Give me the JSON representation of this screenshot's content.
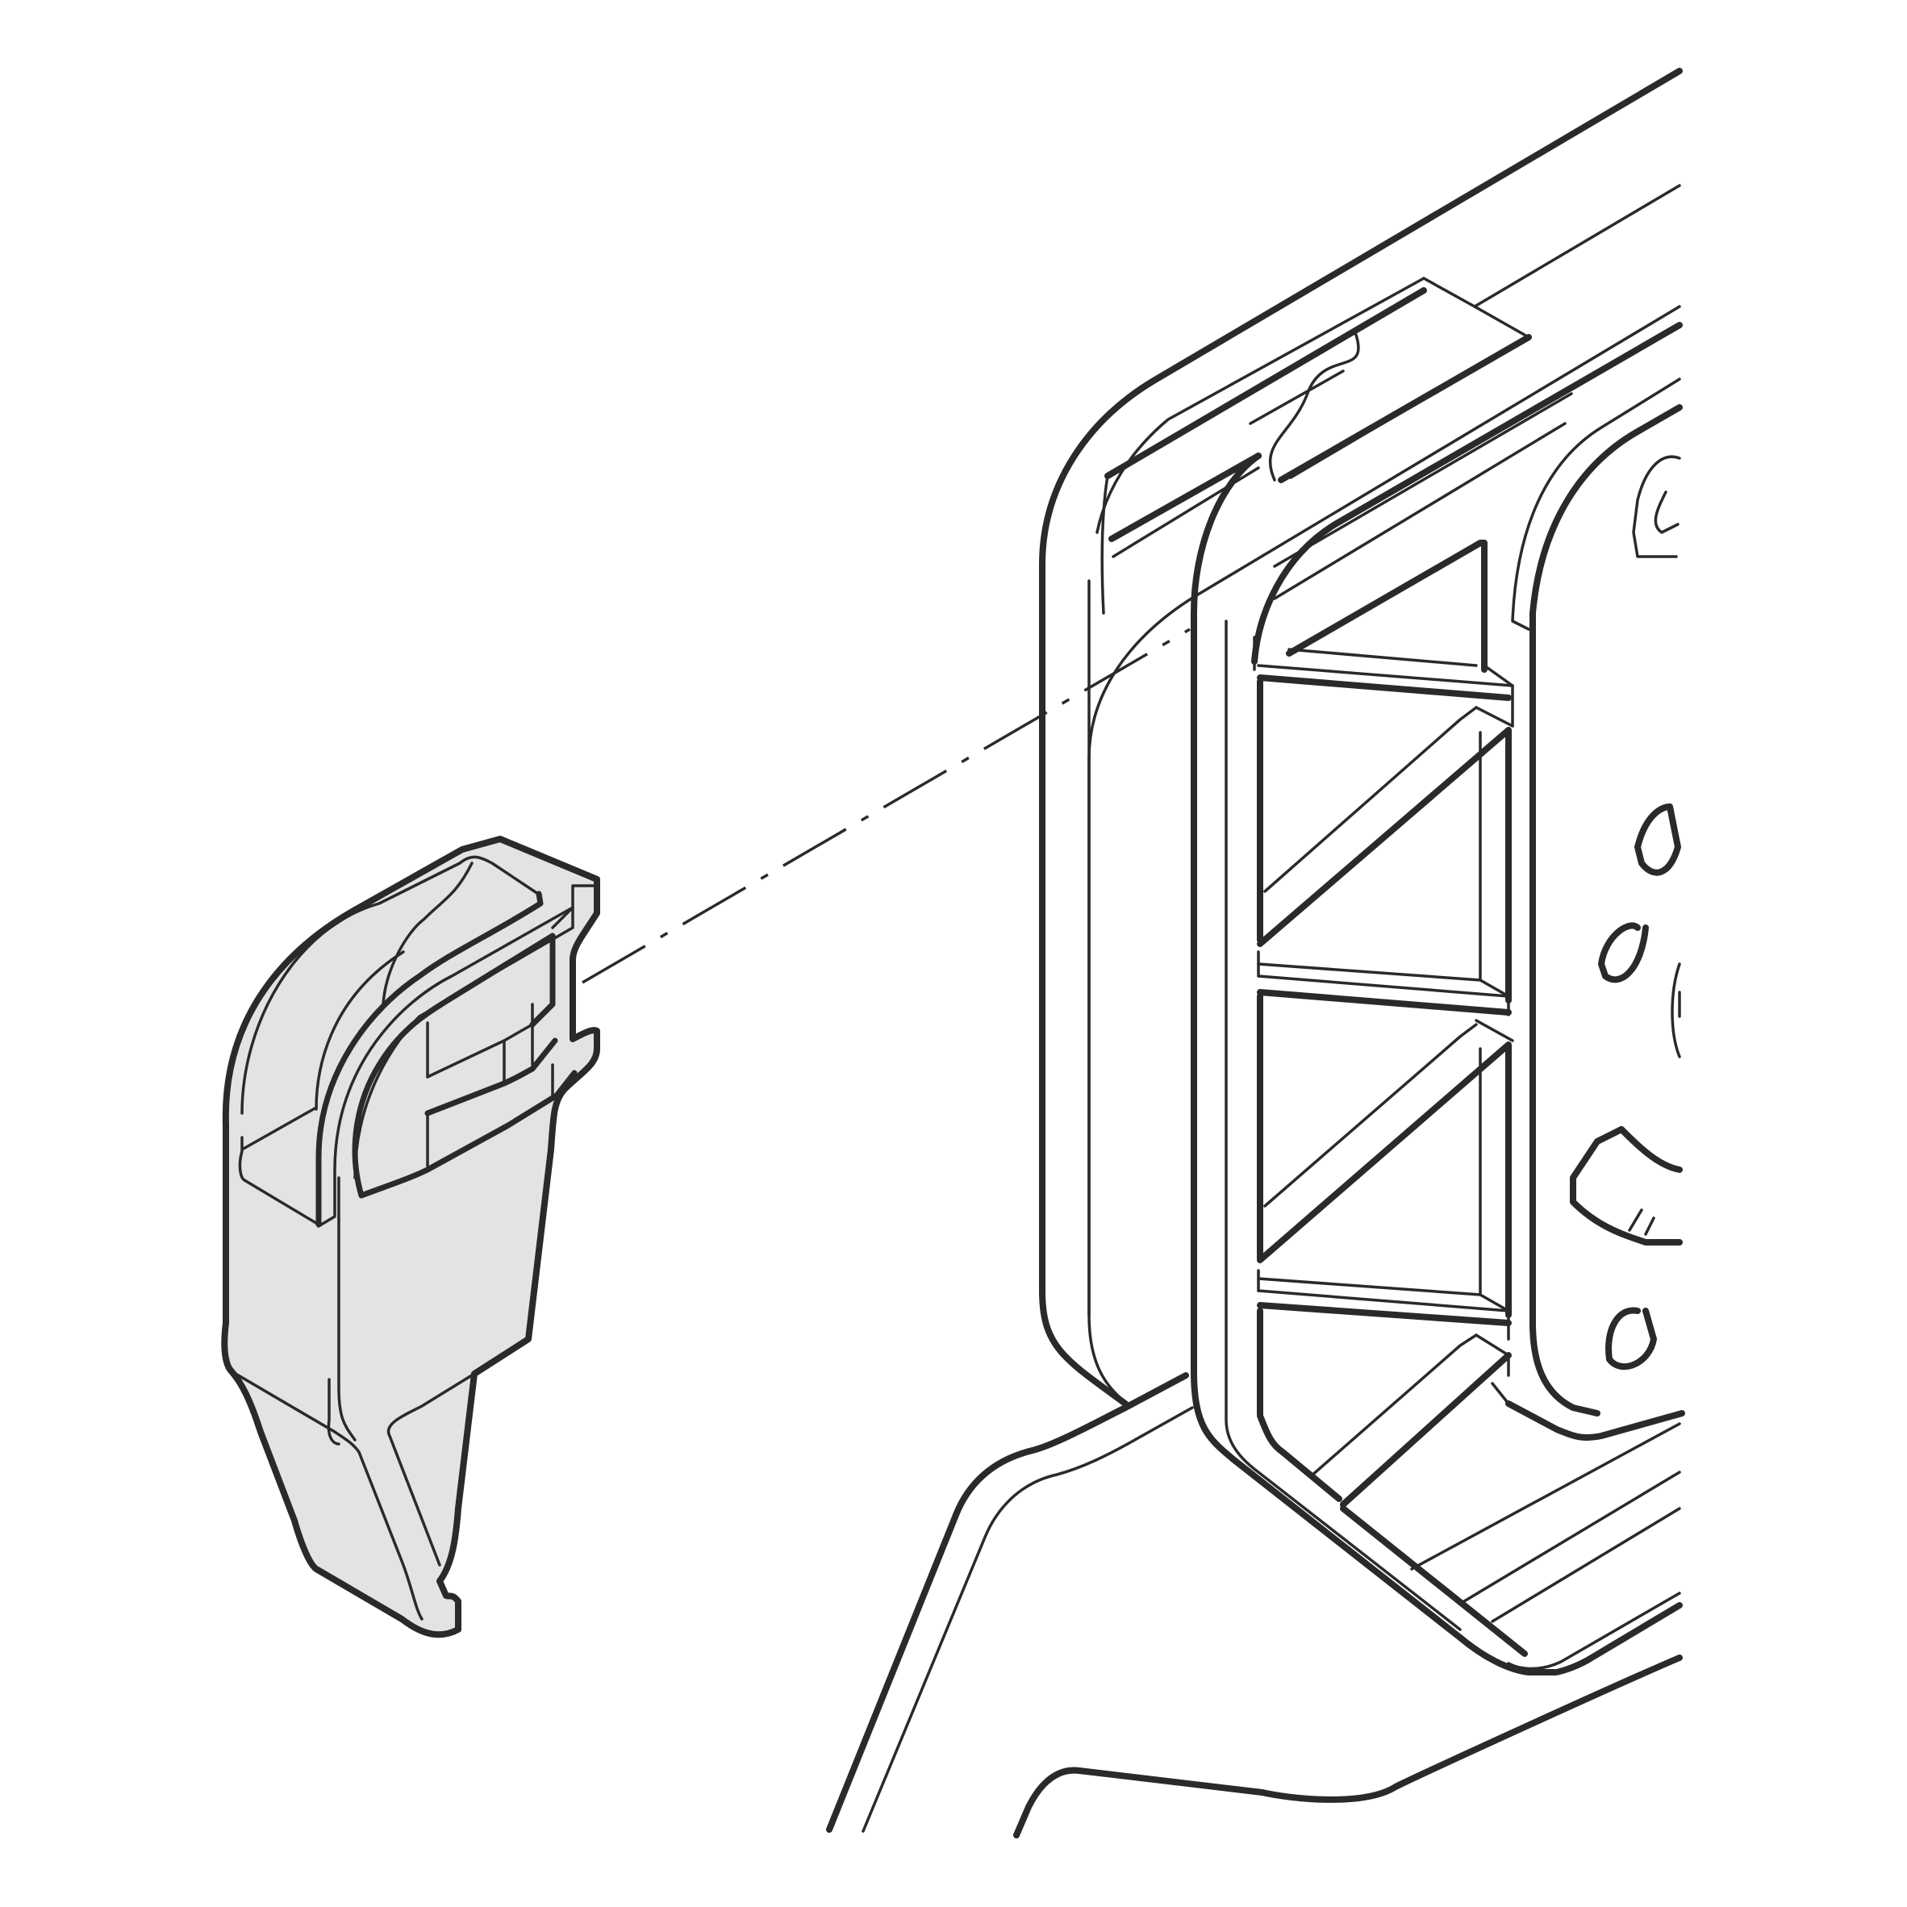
{
  "diagram": {
    "type": "exploded assembly line drawing",
    "parts": [
      {
        "id": "trim-clip",
        "shaded": true,
        "fill": "#e3e3e3"
      },
      {
        "id": "frame-housing",
        "shaded": false,
        "fill": "#ffffff"
      }
    ],
    "connector": {
      "style": "dash-dot",
      "from": "trim-clip",
      "to": "frame-housing"
    },
    "colors": {
      "line": "#2a2a2a",
      "part_fill": "#e3e3e3",
      "background": "#ffffff"
    },
    "labels": []
  }
}
